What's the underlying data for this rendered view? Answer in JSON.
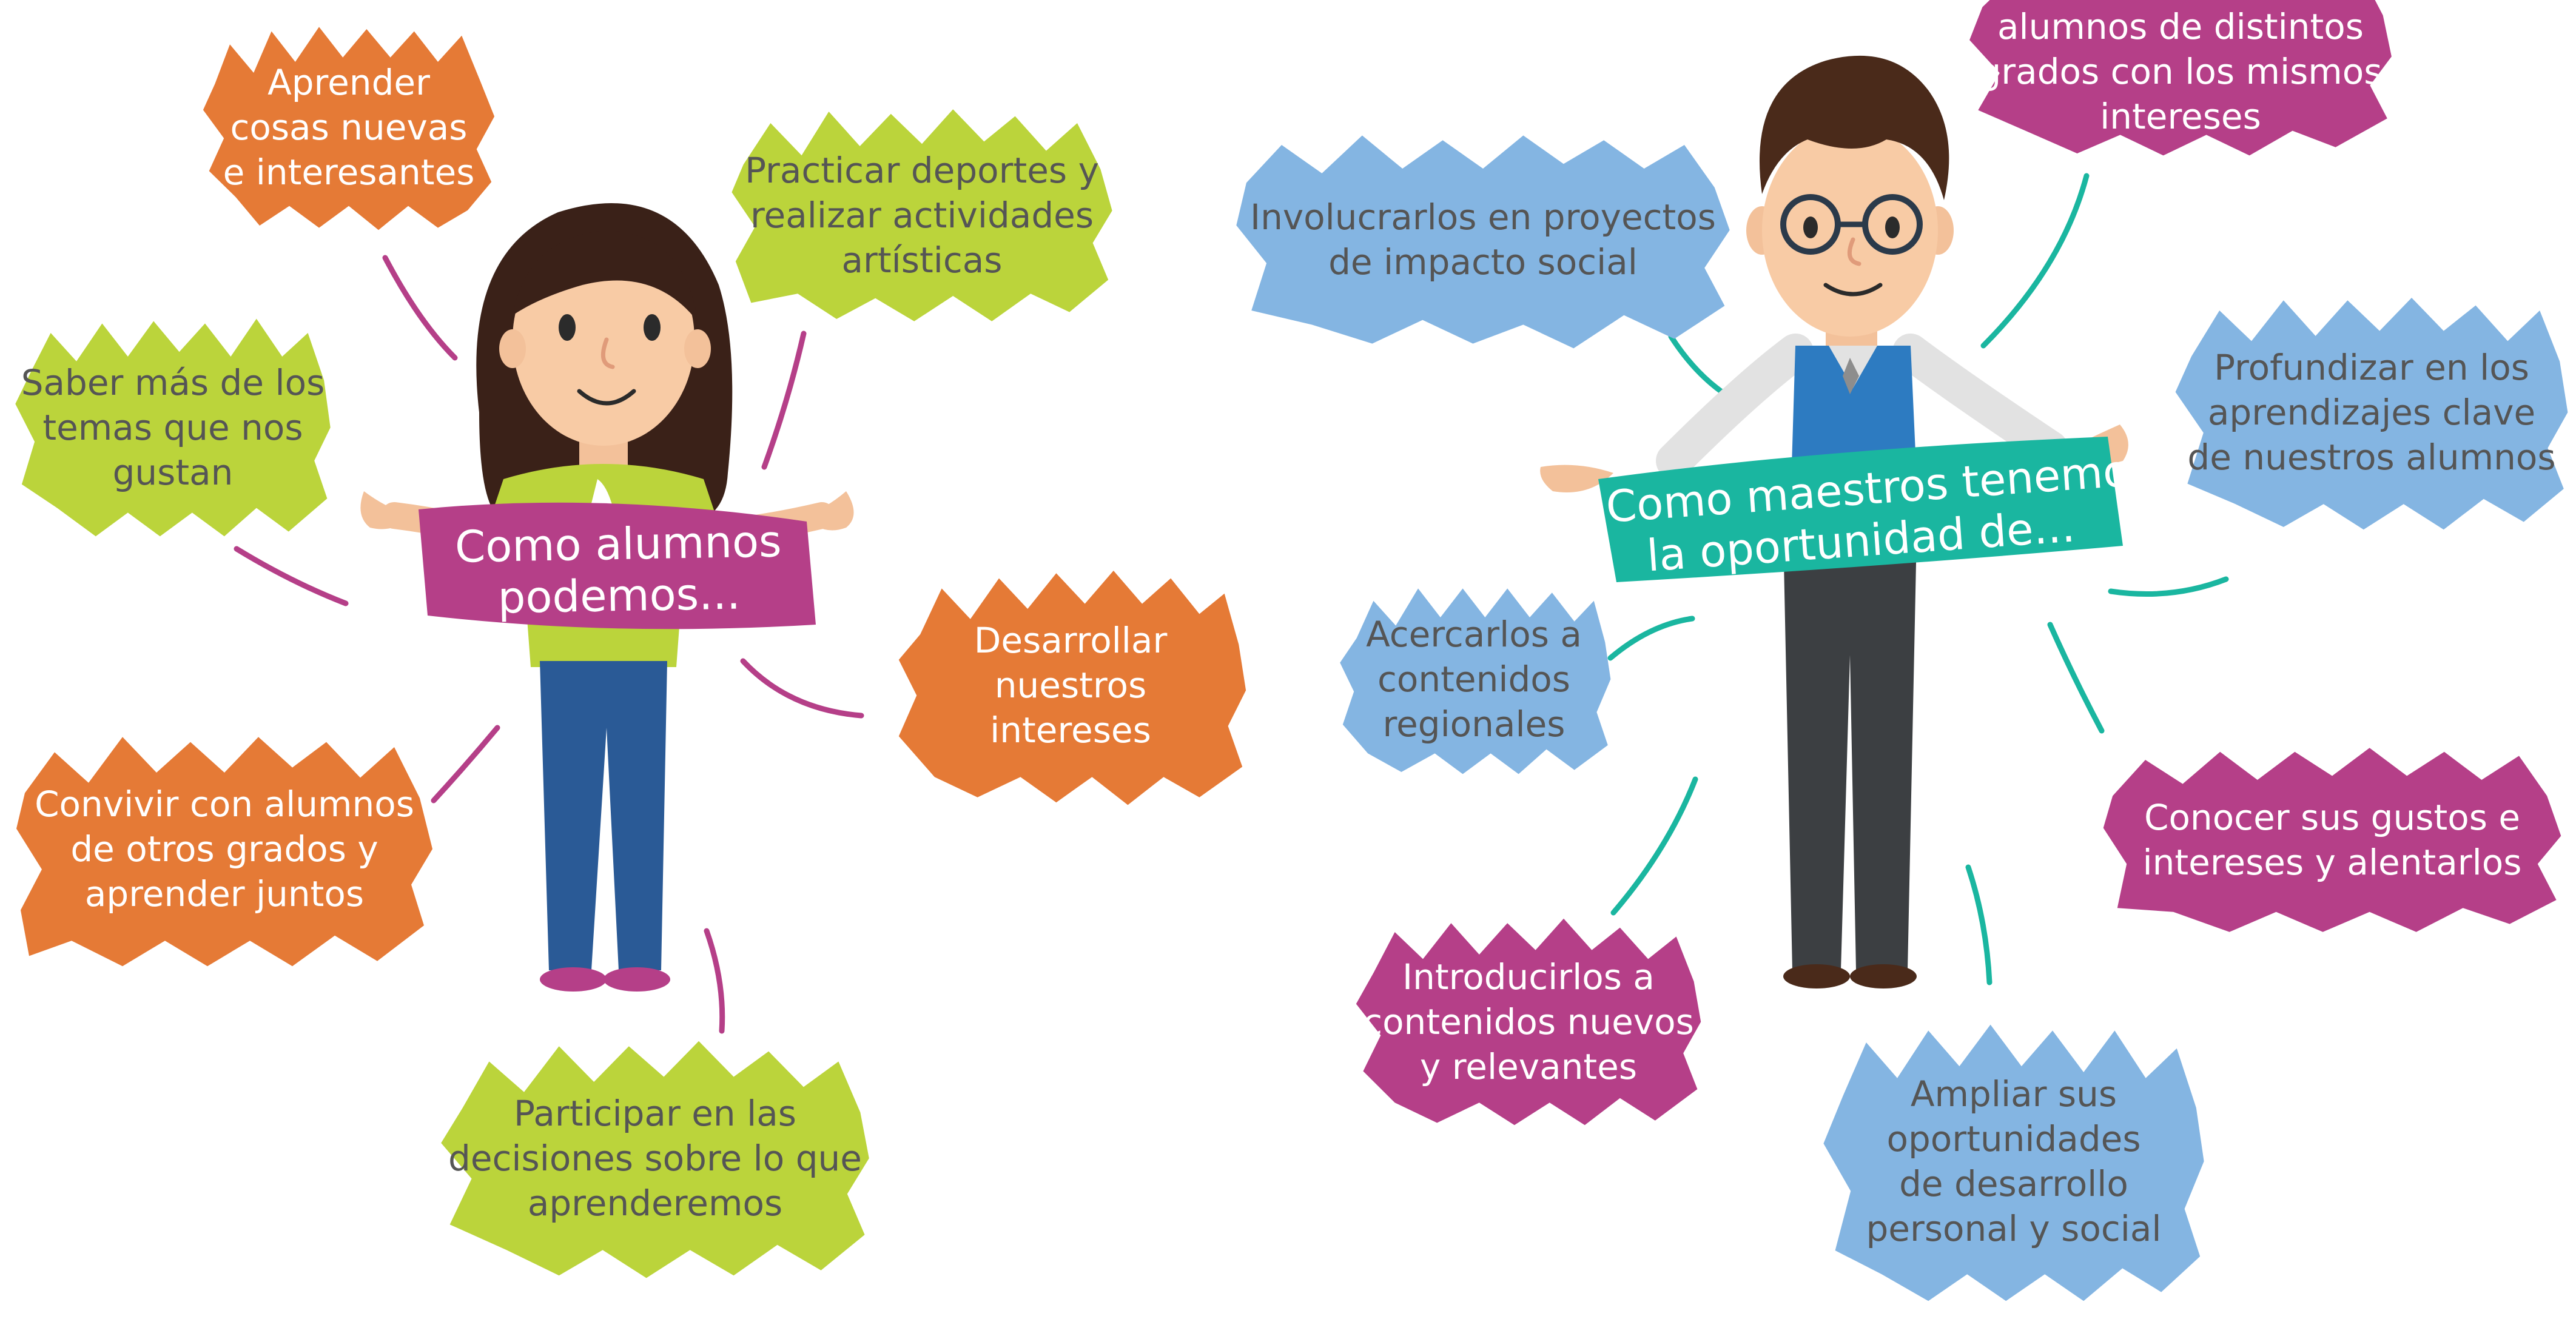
{
  "colors": {
    "orange": "#E57A36",
    "lime": "#BBD43B",
    "magenta": "#B53F88",
    "blue": "#84B5E2",
    "teal": "#1AB6A0",
    "text_dark": "#555555",
    "text_light": "#ffffff"
  },
  "students": {
    "banner": [
      "Como alumnos",
      "podemos..."
    ],
    "bubbles": [
      {
        "lines": [
          "Aprender",
          "cosas nuevas",
          "e interesantes"
        ],
        "color": "orange",
        "icon": "scribble-bubble"
      },
      {
        "lines": [
          "Practicar deportes y",
          "realizar actividades",
          "artísticas"
        ],
        "color": "lime",
        "icon": "scribble-bubble"
      },
      {
        "lines": [
          "Saber más de los",
          "temas que nos",
          "gustan"
        ],
        "color": "lime",
        "icon": "scribble-bubble"
      },
      {
        "lines": [
          "Desarrollar",
          "nuestros",
          "intereses"
        ],
        "color": "orange",
        "icon": "scribble-bubble"
      },
      {
        "lines": [
          "Convivir con alumnos",
          "de otros grados y",
          "aprender juntos"
        ],
        "color": "orange",
        "icon": "scribble-bubble"
      },
      {
        "lines": [
          "Participar en las",
          "decisiones sobre lo que",
          "aprenderemos"
        ],
        "color": "lime",
        "icon": "scribble-bubble"
      }
    ]
  },
  "teachers": {
    "banner": [
      "Como maestros tenemos",
      "la oportunidad de..."
    ],
    "bubbles": [
      {
        "lines": [
          "alumnos de distintos",
          "grados con los mismos",
          "intereses"
        ],
        "color": "magenta",
        "icon": "scribble-bubble"
      },
      {
        "lines": [
          "Involucrarlos en proyectos",
          "de impacto social"
        ],
        "color": "blue",
        "icon": "scribble-bubble"
      },
      {
        "lines": [
          "Profundizar en los",
          "aprendizajes clave",
          "de nuestros alumnos"
        ],
        "color": "blue",
        "icon": "scribble-bubble"
      },
      {
        "lines": [
          "Acercarlos a",
          "contenidos",
          "regionales"
        ],
        "color": "blue",
        "icon": "scribble-bubble"
      },
      {
        "lines": [
          "Conocer sus gustos e",
          "intereses y alentarlos"
        ],
        "color": "magenta",
        "icon": "scribble-bubble"
      },
      {
        "lines": [
          "Introducirlos a",
          "contenidos nuevos",
          "y relevantes"
        ],
        "color": "magenta",
        "icon": "scribble-bubble"
      },
      {
        "lines": [
          "Ampliar sus",
          "oportunidades",
          "de desarrollo",
          "personal y social"
        ],
        "color": "blue",
        "icon": "scribble-bubble"
      }
    ]
  }
}
